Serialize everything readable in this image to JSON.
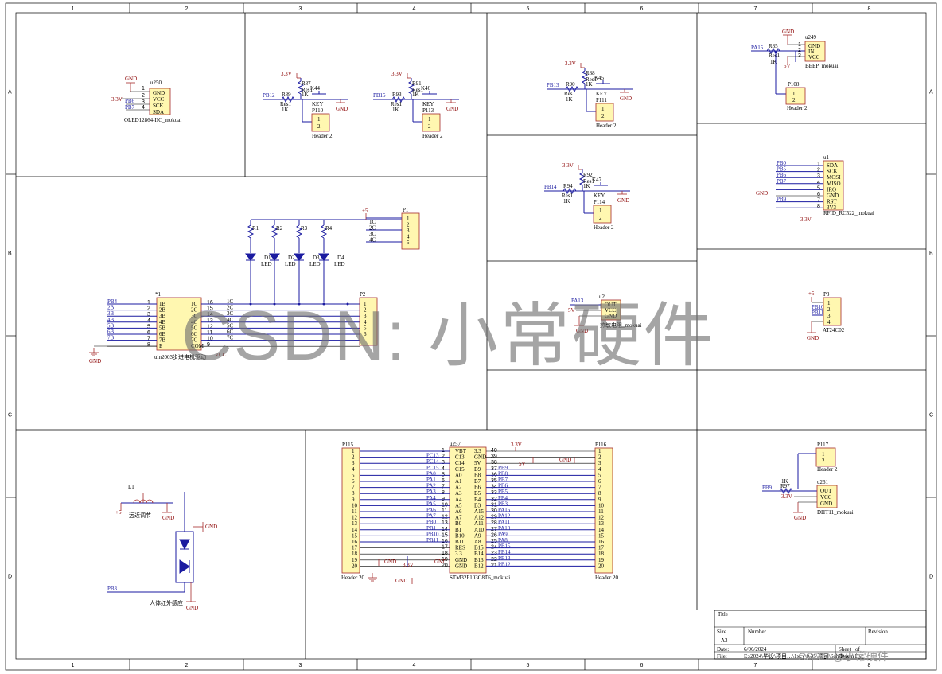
{
  "frame": {
    "col_labels": [
      "1",
      "2",
      "3",
      "4",
      "5",
      "6",
      "7",
      "8"
    ],
    "row_labels": [
      "A",
      "B",
      "C",
      "D"
    ]
  },
  "blocks": {
    "oled": {
      "ref": "u250",
      "name": "OLED12864-IIC_mokuai",
      "pins": [
        "GND",
        "VCC",
        "SCK",
        "SDA"
      ],
      "nets": [
        "GND",
        "3.3V",
        "PB6",
        "PB7"
      ]
    },
    "key44": {
      "r_top": "R87",
      "r_top_val": "Res1 1K",
      "r_series": "R89",
      "r_series_val": "Res1 1K",
      "key": "K44",
      "key_label": "KEY",
      "net": "PB12",
      "vcc": "3.3V",
      "header": "P110",
      "header_name": "Header 2"
    },
    "key46": {
      "r_top": "R91",
      "r_top_val": "Res1 1K",
      "r_series": "R93",
      "r_series_val": "Res1 1K",
      "key": "K46",
      "key_label": "KEY",
      "net": "PB15",
      "vcc": "3.3V",
      "header": "P113",
      "header_name": "Header 2"
    },
    "key45": {
      "r_top": "R88",
      "r_top_val": "Res1 1K",
      "r_series": "R90",
      "r_series_val": "Res1 1K",
      "key": "K45",
      "key_label": "KEY",
      "net": "PB13",
      "vcc": "3.3V",
      "header": "P111",
      "header_name": "Header 2"
    },
    "key47": {
      "r_top": "R92",
      "r_top_val": "Res1 1K",
      "r_series": "R94",
      "r_series_val": "Res1 1K",
      "key": "K47",
      "key_label": "KEY",
      "net": "PB14",
      "vcc": "3.3V",
      "header": "P114",
      "header_name": "Header 2"
    },
    "beep": {
      "ref": "u249",
      "name": "BEEP_mokuai",
      "pins": [
        "GND",
        "IN",
        "VCC"
      ],
      "r": "R85",
      "r_val": "Res1 1K",
      "net": "PA15",
      "vcc": "5V",
      "gnd": "GND",
      "header": "P108",
      "header_name": "Header 2"
    },
    "rfid": {
      "ref": "u1",
      "name": "RFID_RC522_mokuai",
      "pins": [
        "SDA",
        "SCK",
        "MOSI",
        "MISO",
        "IRQ",
        "GND",
        "RST",
        "3V3"
      ],
      "nets": [
        "PB0",
        "PB5",
        "PB6",
        "PB7",
        "",
        "GND",
        "PB9",
        "3.3V"
      ]
    },
    "leds": {
      "resistors": [
        "R1",
        "R2",
        "R3",
        "R4"
      ],
      "leds": [
        "D1",
        "D2",
        "D3",
        "D4"
      ],
      "led_label": "LED",
      "vcc": "+5",
      "header": "P1",
      "header_pins": [
        "1",
        "2",
        "3",
        "4",
        "5"
      ],
      "nets": [
        "1C",
        "2C",
        "3C",
        "4C"
      ]
    },
    "uln": {
      "ref": "*1",
      "name": "uln2003步进电机驱动",
      "left_pins": [
        "1B",
        "2B",
        "3B",
        "4B",
        "5B",
        "6B",
        "7B",
        "E"
      ],
      "left_nums": [
        "1",
        "2",
        "3",
        "4",
        "5",
        "6",
        "7",
        "8"
      ],
      "right_pins": [
        "1C",
        "2C",
        "3C",
        "4C",
        "5C",
        "6C",
        "7C",
        "COM"
      ],
      "right_nums": [
        "16",
        "15",
        "14",
        "13",
        "12",
        "11",
        "10",
        "9"
      ],
      "nets_in": [
        "PB4",
        "2B",
        "3B",
        "4B",
        "5B",
        "6B",
        "7B"
      ],
      "nets_out": [
        "1C",
        "2C",
        "3C",
        "4C",
        "5C",
        "6C",
        "7C"
      ],
      "gnd": "GND",
      "vcc": "VCC",
      "header": "P2",
      "header_pins": [
        "1",
        "2",
        "3",
        "4",
        "5",
        "6"
      ]
    },
    "soil": {
      "ref": "u2",
      "name": "热敏电阻_mokuai",
      "pins": [
        "OUT",
        "VCC",
        "GND"
      ],
      "nets": [
        "PA13",
        "5V",
        "GND"
      ]
    },
    "at24": {
      "ref": "P3",
      "name": "AT24C02",
      "pins": [
        "1",
        "2",
        "3",
        "4"
      ],
      "nets": [
        "+5",
        "PB10",
        "PB11",
        "GND"
      ]
    },
    "coil": {
      "ref": "L1",
      "name": "远近调节",
      "vcc": "+5",
      "gnd": "GND"
    },
    "ir": {
      "name": "人体红外感应",
      "net": "PB3",
      "gnd": "GND"
    },
    "dht": {
      "ref": "u261",
      "name": "DHT11_mokuai",
      "pins": [
        "OUT",
        "VCC",
        "GND"
      ],
      "r": "R97",
      "r_val": "1K",
      "net": "PB9",
      "vcc": "3.3V",
      "gnd": "GND",
      "header": "P117",
      "header_name": "Header 2"
    },
    "mcu": {
      "ref": "u257",
      "name": "STM32F103C8T6_mokuai",
      "left_pins": [
        "VBT",
        "C13",
        "C14",
        "C15",
        "A0",
        "A1",
        "A2",
        "A3",
        "A4",
        "A5",
        "A6",
        "A7",
        "B0",
        "B1",
        "B10",
        "B11",
        "RES",
        "3.3",
        "GND",
        "GND"
      ],
      "left_nums": [
        "1",
        "2",
        "3",
        "4",
        "5",
        "6",
        "7",
        "8",
        "9",
        "10",
        "11",
        "12",
        "13",
        "14",
        "15",
        "16",
        "17",
        "18",
        "19",
        "20"
      ],
      "left_nets": [
        "",
        "PC13",
        "PC14",
        "PC15",
        "PA0",
        "PA1",
        "PA2",
        "PA3",
        "PA4",
        "PA5",
        "PA6",
        "PA7",
        "PB0",
        "PB1",
        "PB10",
        "PB11",
        "",
        "",
        "",
        ""
      ],
      "right_pins": [
        "3.3",
        "GND",
        "5V",
        "B9",
        "B8",
        "B7",
        "B6",
        "B5",
        "B4",
        "B3",
        "A15",
        "A12",
        "A11",
        "A10",
        "A9",
        "A8",
        "B15",
        "B14",
        "B13",
        "B12"
      ],
      "right_nums": [
        "40",
        "39",
        "38",
        "37",
        "36",
        "35",
        "34",
        "33",
        "32",
        "31",
        "30",
        "29",
        "28",
        "27",
        "26",
        "25",
        "24",
        "23",
        "22",
        "21"
      ],
      "right_nets": [
        "",
        "",
        "",
        "PB9",
        "PB8",
        "PB7",
        "PB6",
        "PB5",
        "PB4",
        "PB3",
        "PA15",
        "PA12",
        "PA11",
        "PA10",
        "PA9",
        "PA8",
        "PB15",
        "PB14",
        "PB13",
        "PB12"
      ],
      "header_left": "P115",
      "header_right": "P116",
      "header_name": "Header 20",
      "vcc": "3.3V",
      "vcc5": "5V",
      "gnd": "GND"
    }
  },
  "title_block": {
    "title_label": "Title",
    "size_label": "Size",
    "size_value": "A3",
    "number_label": "Number",
    "revision_label": "Revision",
    "date_label": "Date:",
    "date_value": "6/06/2024",
    "sheet_label": "Sheet",
    "sheet_of": "of",
    "file_label": "File:",
    "file_value": "E:\\2024\\毕设\\项目…\\1xcy\\0.35\\项目\\Sch\\Doc",
    "drawn_label": "Drawn By:"
  },
  "watermark": {
    "main": "CSDN: 小常硬件",
    "corner": "CSDN @小常硬件"
  }
}
